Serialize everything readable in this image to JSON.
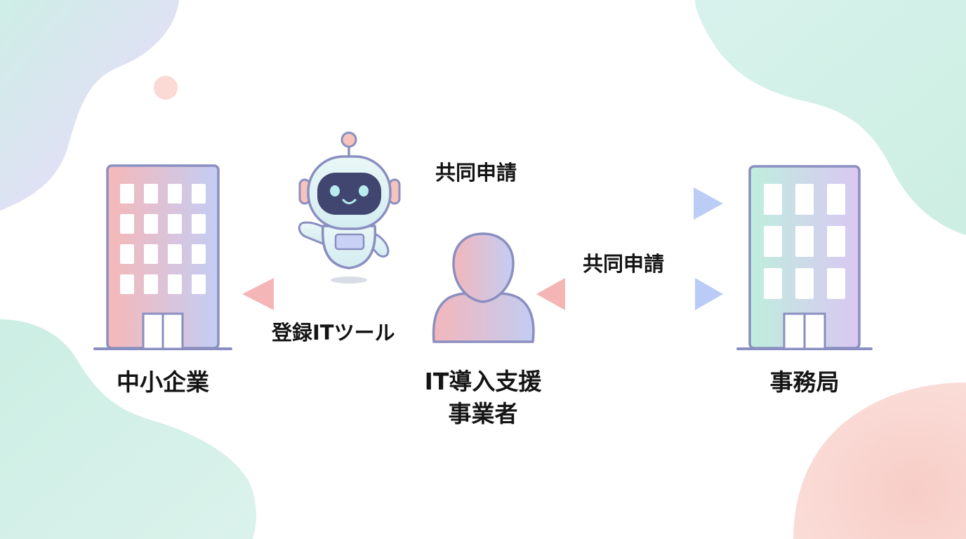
{
  "entities": {
    "sme": {
      "label": "中小企業"
    },
    "vendor": {
      "label_line1": "IT導入支援",
      "label_line2": "事業者"
    },
    "secretariat": {
      "label": "事務局"
    }
  },
  "arrows": {
    "top": {
      "label": "共同申請",
      "direction": "right"
    },
    "middle": {
      "label": "共同申請",
      "direction": "both"
    },
    "left": {
      "label": "登録ITツール",
      "direction": "left"
    }
  },
  "colors": {
    "outline": "#8a8fc0",
    "pink": "#f4b9b8",
    "blue": "#bccdf5",
    "mint": "#bdeee0",
    "lavender": "#d8c8f2"
  },
  "icons": [
    "building-icon",
    "robot-icon",
    "person-icon",
    "building-icon"
  ]
}
